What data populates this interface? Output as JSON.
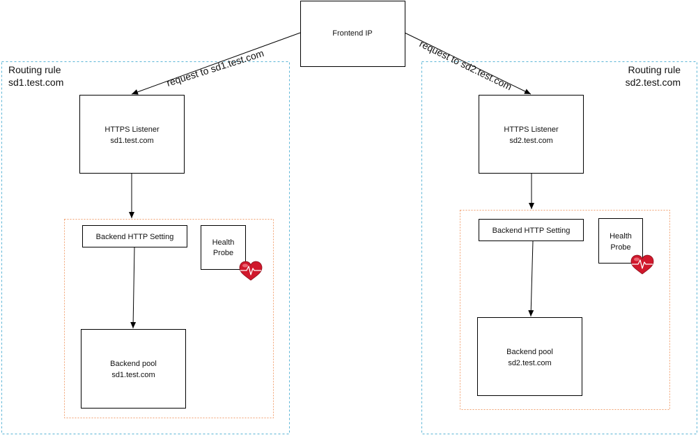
{
  "frontend": {
    "label": "Frontend IP"
  },
  "rules": [
    {
      "title": "Routing rule",
      "host": "sd1.test.com",
      "request_label": "request to sd1.test.com",
      "listener": {
        "line1": "HTTPS Listener",
        "line2": "sd1.test.com"
      },
      "http_setting": "Backend HTTP Setting",
      "probe": {
        "line1": "Health",
        "line2": "Probe"
      },
      "pool": {
        "line1": "Backend pool",
        "line2": "sd1.test.com"
      }
    },
    {
      "title": "Routing rule",
      "host": "sd2.test.com",
      "request_label": "request to sd2.test.com",
      "listener": {
        "line1": "HTTPS Listener",
        "line2": "sd2.test.com"
      },
      "http_setting": "Backend HTTP Setting",
      "probe": {
        "line1": "Health",
        "line2": "Probe"
      },
      "pool": {
        "line1": "Backend pool",
        "line2": "sd2.test.com"
      }
    }
  ],
  "colors": {
    "rule_border": "#5ab4d6",
    "backend_group_border": "#f0a070",
    "heart_fill": "#d0182c",
    "heart_highlight": "#f07a86",
    "stroke": "#000000"
  },
  "icons": {
    "health": "heart-pulse-icon"
  }
}
